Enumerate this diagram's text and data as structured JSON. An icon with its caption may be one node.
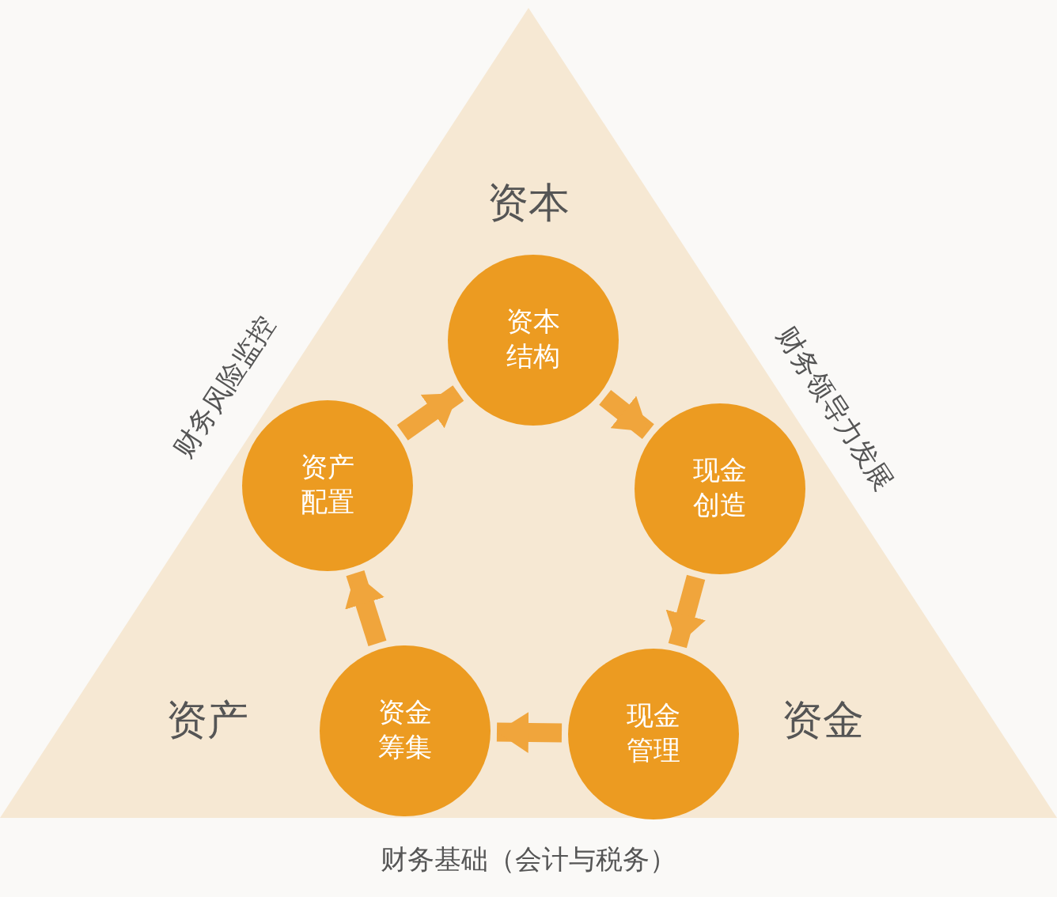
{
  "diagram": {
    "nodes": [
      {
        "text": [
          "资本结构"
        ]
      },
      {
        "text": [
          "现金创造"
        ]
      },
      {
        "text": [
          "现金管理"
        ]
      },
      {
        "text": [
          "资金筹集"
        ]
      },
      {
        "text": [
          "资产配置"
        ]
      }
    ],
    "edges": [
      {
        "from": 0,
        "to": 1,
        "arrow": "to"
      },
      {
        "from": 1,
        "to": 2,
        "arrow": "to"
      },
      {
        "from": 2,
        "to": 3,
        "arrow": "to"
      },
      {
        "from": 3,
        "to": 4,
        "arrow": "to"
      },
      {
        "from": 4,
        "to": 0,
        "arrow": "to"
      }
    ],
    "labels": [
      "资本",
      "财务风险监控",
      "财务领导力发展",
      "资产",
      "资金",
      "财务基础（会计与税务）"
    ]
  }
}
